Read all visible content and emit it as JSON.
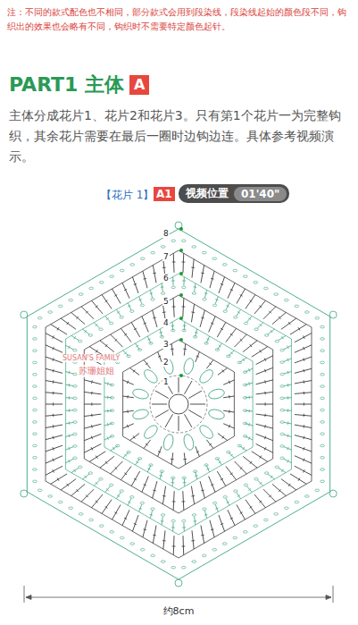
{
  "diagram": {
    "title": "PART1 主体",
    "nodes": [
      {
        "text": [
          "A"
        ]
      },
      {
        "text": [
          "A1"
        ]
      },
      {
        "text": [
          "视频位置",
          "01'40\""
        ]
      }
    ],
    "labels": [
      "注：不同的款式配色也不相同，部分款式会用到段染线，段染线起始的颜色段不同，钩织出的效果也会略有不同，钩织时不需要特定颜色起针。",
      "主体分成花片1、花片2和花片3。只有第1个花片一为完整钩织，其余花片需要在最后一圈时边钩边连。具体参考视频演示。",
      "【花片 1】",
      "1",
      "2",
      "3",
      "4",
      "5",
      "6",
      "7",
      "8",
      "SUSAN'S FAMILY",
      "苏珊姐姐",
      "约8cm"
    ]
  }
}
